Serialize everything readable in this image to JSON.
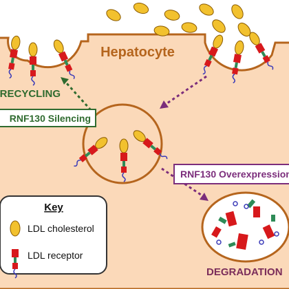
{
  "cell": {
    "title": "Hepatocyte",
    "fill": "#fbd9b9",
    "outline": "#b5651d"
  },
  "labels": {
    "recycling": "RECYCLING",
    "silencing": "RNF130 Silencing",
    "overexpression": "RNF130 Overexpression",
    "degradation": "DEGRADATION"
  },
  "key": {
    "title": "Key",
    "ldl_cholesterol": "LDL cholesterol",
    "ldl_receptor": "LDL receptor"
  },
  "colors": {
    "ldl": "#f2c12e",
    "ldl_outline": "#8a5a00",
    "receptor_red": "#d7191c",
    "receptor_green": "#2e8b57",
    "receptor_tail": "#3a3ab8",
    "recycling": "#2f6b2f",
    "overexpression": "#7b2d7b",
    "degradation": "#7b2d5a"
  },
  "icons": {
    "ldl": "ldl-cholesterol-icon",
    "receptor": "ldl-receptor-icon"
  }
}
